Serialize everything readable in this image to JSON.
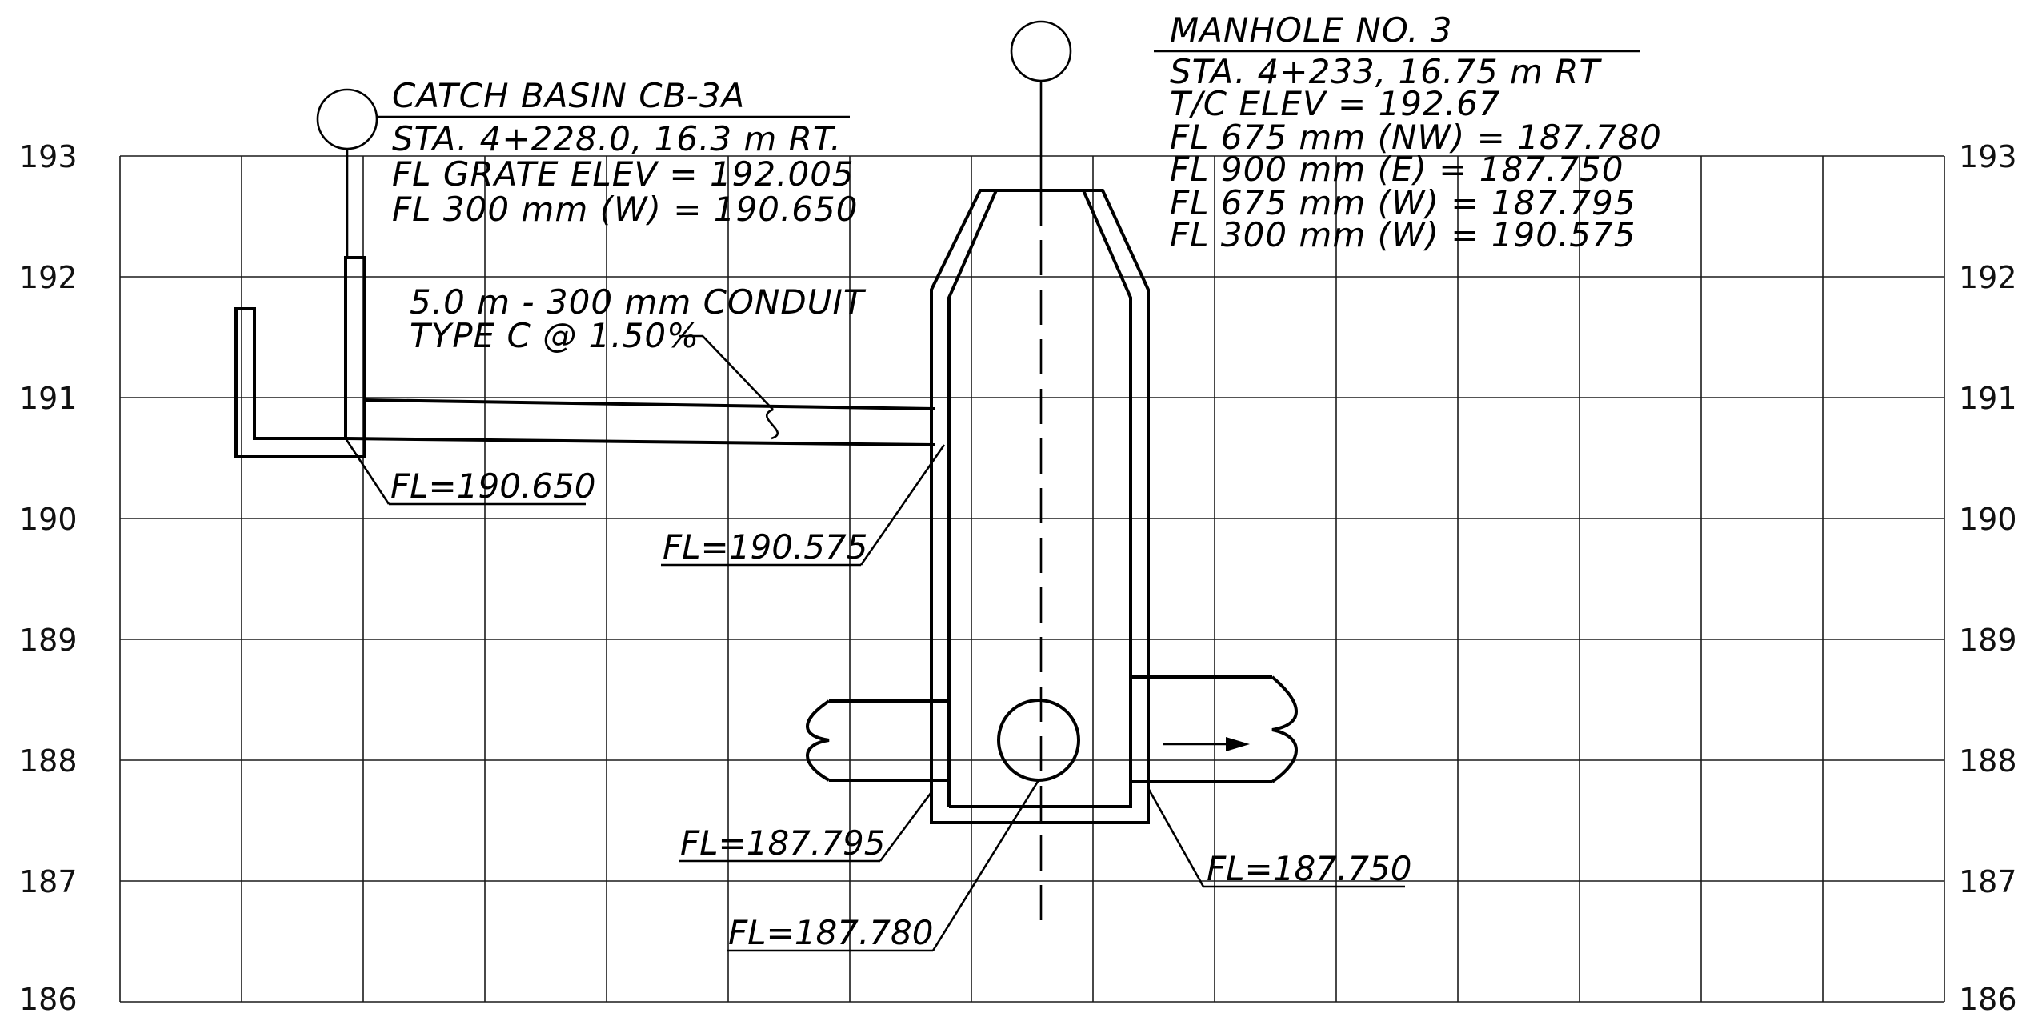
{
  "y_axis": {
    "ticks": [
      "193",
      "192",
      "191",
      "190",
      "189",
      "188",
      "187",
      "186"
    ]
  },
  "catch_basin": {
    "title": "CATCH BASIN CB-3A",
    "lines": [
      "STA. 4+228.0, 16.3 m RT.",
      "FL GRATE ELEV = 192.005",
      "FL 300 mm (W) = 190.650"
    ]
  },
  "manhole": {
    "title": "MANHOLE NO. 3",
    "lines": [
      "STA. 4+233,  16.75 m RT",
      "T/C ELEV = 192.67",
      "FL 675 mm (NW) = 187.780",
      "FL 900 mm (E) = 187.750",
      "FL 675 mm (W) = 187.795",
      "FL 300 mm (W) = 190.575"
    ]
  },
  "conduit": {
    "line1": "5.0 m - 300 mm CONDUIT",
    "line2": "TYPE C @ 1.50% "
  },
  "flow_lines": {
    "cb_outlet": "FL=190.650",
    "mh_inlet_300": "FL=190.575",
    "mh_west_675": "FL=187.795",
    "mh_nw_675": "FL=187.780",
    "mh_east_900": "FL=187.750"
  },
  "colors": {
    "ink": "#000000",
    "paper": "#ffffff"
  }
}
